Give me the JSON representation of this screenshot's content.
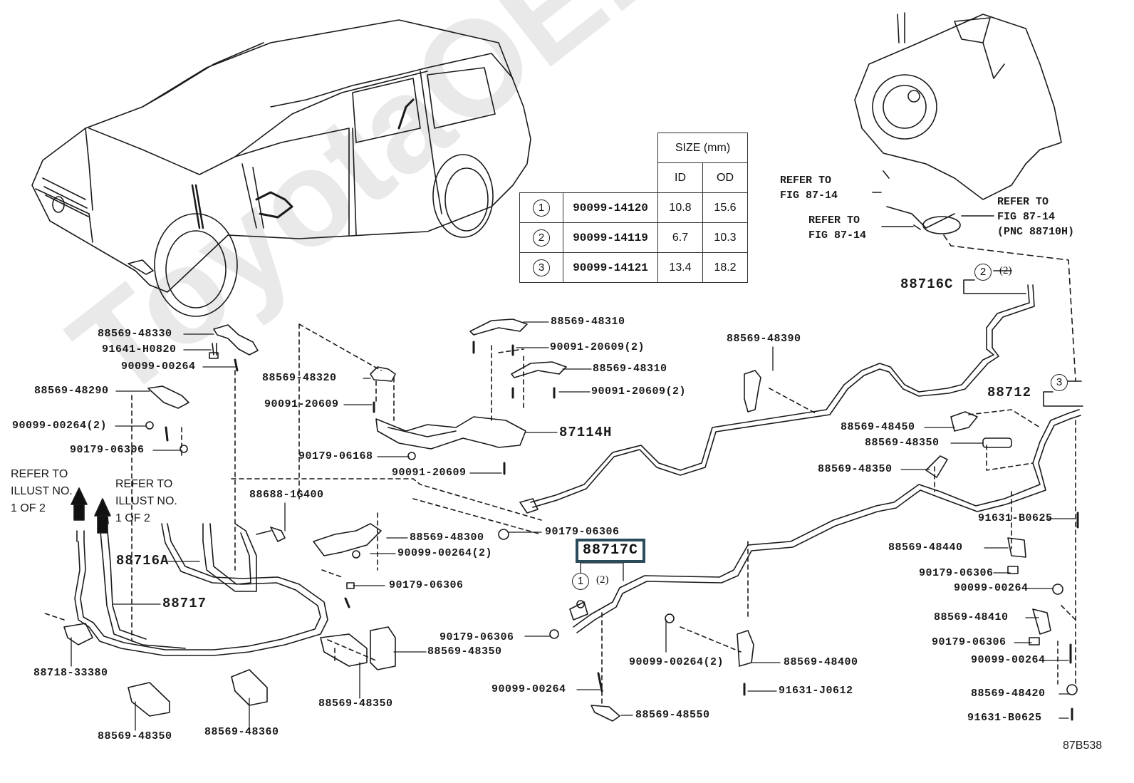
{
  "diagram": {
    "figure_code": "87B538",
    "watermark": "ToyotaOEMParts"
  },
  "size_table": {
    "header": "SIZE (mm)",
    "col_id": "ID",
    "col_od": "OD",
    "rows": [
      {
        "ref": "1",
        "part": "90099-14120",
        "id": "10.8",
        "od": "15.6"
      },
      {
        "ref": "2",
        "part": "90099-14119",
        "id": "6.7",
        "od": "10.3"
      },
      {
        "ref": "3",
        "part": "90099-14121",
        "id": "13.4",
        "od": "18.2"
      }
    ]
  },
  "refer_notes": {
    "fig_a": "REFER TO\nFIG 87-14",
    "fig_b": "REFER TO\nFIG 87-14",
    "fig_c": "REFER TO\nFIG 87-14\n(PNC 88710H)",
    "illust_left": "REFER TO\nILLUST NO.\n1 OF 2",
    "illust_right": "REFER TO\nILLUST NO.\n1 OF 2"
  },
  "callouts": {
    "c88716C": {
      "part": "88716C",
      "ref": "2",
      "qty": "(2)"
    },
    "c88712": {
      "part": "88712",
      "ref": "3"
    },
    "c88717C": {
      "part": "88717C",
      "ref": "1",
      "qty": "(2)"
    }
  },
  "labels": {
    "l01": "88569-48330",
    "l02": "91641-H0820",
    "l03": "90099-00264",
    "l04": "88569-48290",
    "l05": "90099-00264(2)",
    "l06": "90179-06306",
    "l07": "88569-48320",
    "l08": "90091-20609",
    "l09": "90179-06168",
    "l10": "90091-20609",
    "l11": "88569-48310",
    "l12": "90091-20609(2)",
    "l13": "88569-48310",
    "l14": "90091-20609(2)",
    "l15": "87114H",
    "l16": "88569-48390",
    "l17": "88569-48450",
    "l18": "88569-48350",
    "l19": "88569-48350",
    "l20": "88688-1G400",
    "l21": "88569-48300",
    "l22": "90099-00264(2)",
    "l23": "90179-06306",
    "l24": "90179-06306",
    "l25": "88716A",
    "l26": "88717",
    "l27": "88718-33380",
    "l28": "88569-48350",
    "l29": "88569-48350",
    "l30": "88569-48360",
    "l31": "90179-06306",
    "l32": "88569-48350",
    "l33": "90099-00264",
    "l34": "88569-48550",
    "l35": "90099-00264(2)",
    "l36": "88569-48400",
    "l37": "91631-J0612",
    "l38": "91631-B0625",
    "l39": "88569-48440",
    "l40": "90179-06306",
    "l41": "90099-00264",
    "l42": "88569-48410",
    "l43": "90179-06306",
    "l44": "90099-00264",
    "l45": "88569-48420",
    "l46": "91631-B0625"
  }
}
